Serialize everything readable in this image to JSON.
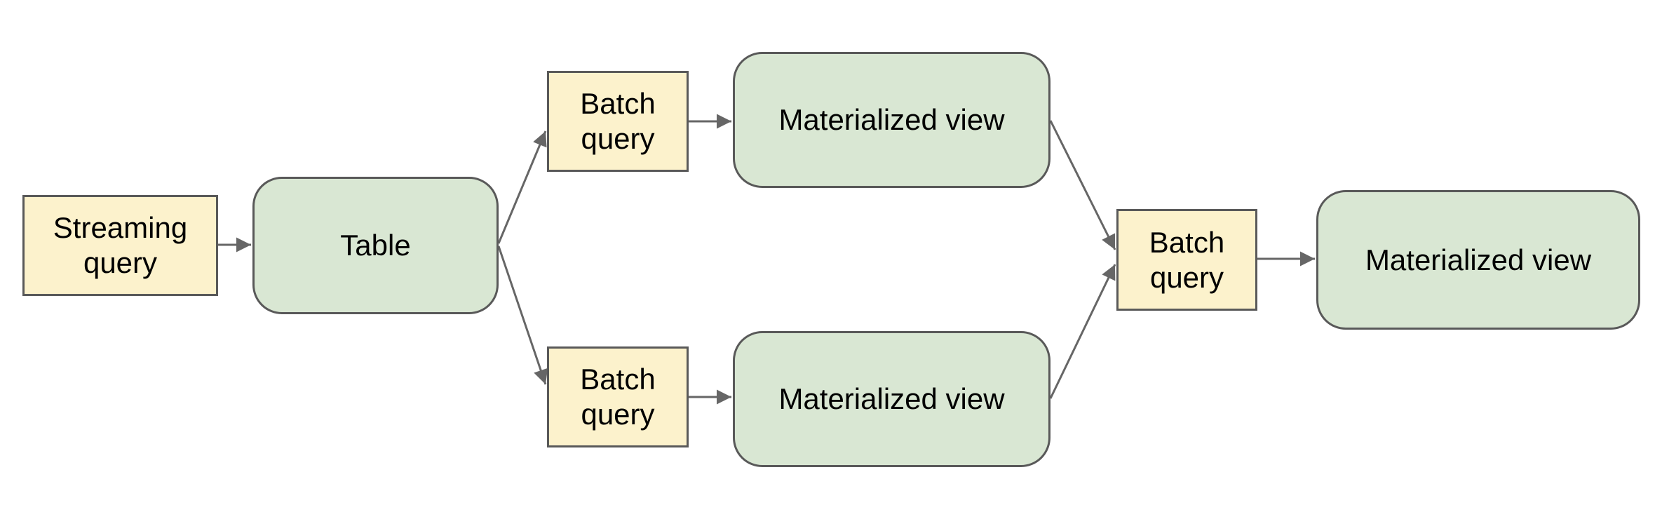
{
  "diagram": {
    "background_color": "#ffffff",
    "colors": {
      "query_fill": "#fcf2cc",
      "store_fill": "#d9e7d3",
      "border": "#595959",
      "connector": "#666666",
      "text": "#000000",
      "background": "#ffffff"
    },
    "nodes": [
      {
        "id": "streaming-query",
        "label": "Streaming query",
        "shape": "rectangle"
      },
      {
        "id": "table",
        "label": "Table",
        "shape": "rounded-rectangle"
      },
      {
        "id": "batch-query-top",
        "label": "Batch query",
        "shape": "rectangle"
      },
      {
        "id": "materialized-view-top",
        "label": "Materialized view",
        "shape": "rounded-rectangle"
      },
      {
        "id": "batch-query-bottom",
        "label": "Batch query",
        "shape": "rectangle"
      },
      {
        "id": "materialized-view-bottom",
        "label": "Materialized view",
        "shape": "rounded-rectangle"
      },
      {
        "id": "batch-query-right",
        "label": "Batch query",
        "shape": "rectangle"
      },
      {
        "id": "materialized-view-right",
        "label": "Materialized view",
        "shape": "rounded-rectangle"
      }
    ],
    "edges": [
      {
        "from": "streaming-query",
        "to": "table"
      },
      {
        "from": "table",
        "to": "batch-query-top"
      },
      {
        "from": "table",
        "to": "batch-query-bottom"
      },
      {
        "from": "batch-query-top",
        "to": "materialized-view-top"
      },
      {
        "from": "batch-query-bottom",
        "to": "materialized-view-bottom"
      },
      {
        "from": "materialized-view-top",
        "to": "batch-query-right"
      },
      {
        "from": "materialized-view-bottom",
        "to": "batch-query-right"
      },
      {
        "from": "batch-query-right",
        "to": "materialized-view-right"
      }
    ]
  }
}
